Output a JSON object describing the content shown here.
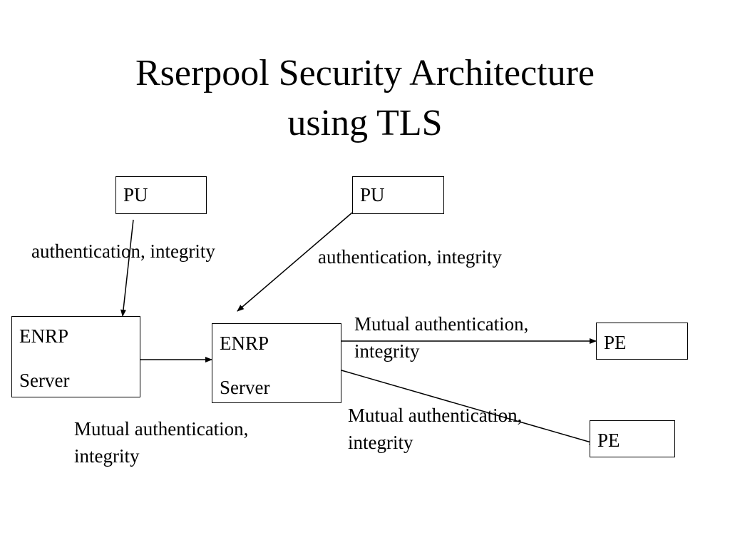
{
  "title": {
    "line1": "Rserpool Security Architecture",
    "line2": "using TLS"
  },
  "nodes": {
    "pu_left": {
      "label": "PU"
    },
    "pu_right": {
      "label": "PU"
    },
    "enrp_left": {
      "line1": "ENRP",
      "line2": "Server"
    },
    "enrp_center": {
      "line1": "ENRP",
      "line2": "Server"
    },
    "pe_top": {
      "label": "PE"
    },
    "pe_bottom": {
      "label": "PE"
    }
  },
  "edge_labels": {
    "pu_left_to_enrp": "authentication, integrity",
    "pu_right_to_enrp": "authentication, integrity",
    "enrp_to_enrp": {
      "line1": "Mutual authentication,",
      "line2": "integrity"
    },
    "enrp_to_pe_top": {
      "line1": "Mutual authentication,",
      "line2": "integrity"
    },
    "enrp_to_pe_bottom": {
      "line1": "Mutual authentication,",
      "line2": "integrity"
    }
  }
}
